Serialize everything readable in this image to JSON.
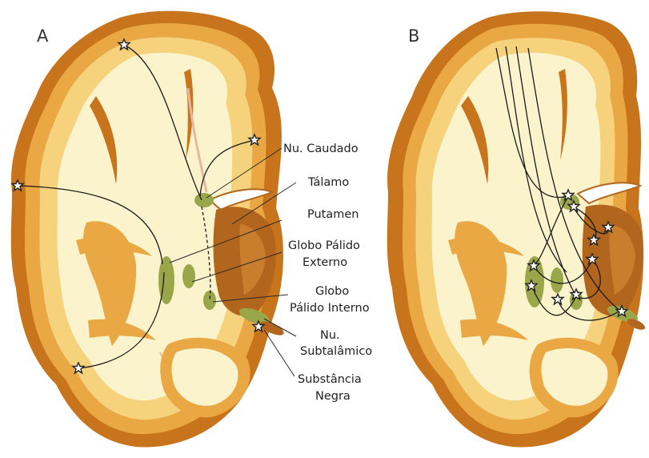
{
  "panels": [
    {
      "letter": "A"
    },
    {
      "letter": "B"
    }
  ],
  "labels": {
    "caudate": "Nu. Caudado",
    "thalamus": "Tálamo",
    "putamen": "Putamen",
    "gpe_1": "Globo Pálido",
    "gpe_2": "Externo",
    "gpi_1": "Globo",
    "gpi_2": "Pálido Interno",
    "stn_1": "Nu.",
    "stn_2": "Subtalâmico",
    "sn_1": "Substância",
    "sn_2": "Negra"
  },
  "colors": {
    "cortex_outer": "#c8741c",
    "cortex_band": "#e9a843",
    "cortex_inner": "#f6d27d",
    "white_matter": "#fbf3cc",
    "gray_nucleus": "#b2651d",
    "green_nucleus": "#9aa64a",
    "vessel": "#e8b7a0"
  }
}
